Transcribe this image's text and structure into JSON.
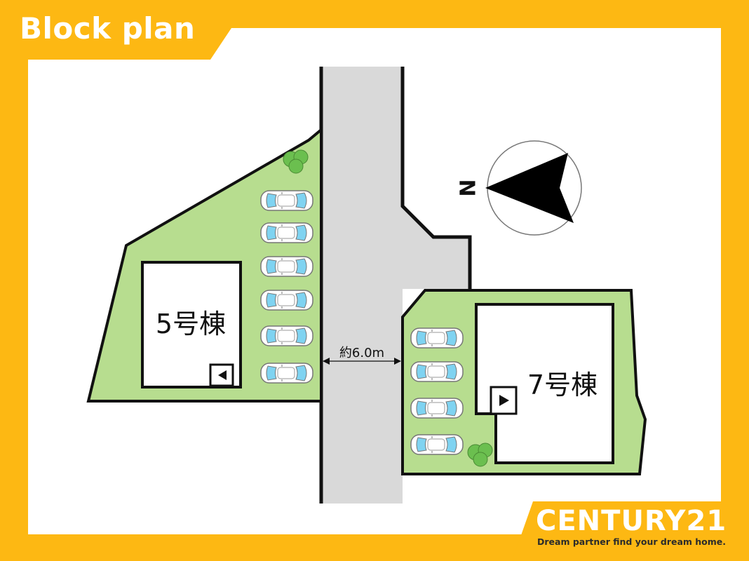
{
  "header": {
    "title": "Block plan"
  },
  "plan": {
    "buildings": [
      {
        "label": "5号棟",
        "entrance_arrow": "left"
      },
      {
        "label": "7号棟",
        "entrance_arrow": "right"
      }
    ],
    "road": {
      "width_label": "約6.0m"
    },
    "compass": {
      "north_label": "N",
      "icon": "compass-north-arrow-icon"
    },
    "parking": {
      "lot_5_spaces": 6,
      "lot_7_spaces": 4
    },
    "colors": {
      "frame": "#FDB813",
      "lot": "#B7DD8F",
      "road": "#D9D9D9",
      "car_window": "#7FD3F1",
      "tree": "#6BBF4F"
    }
  },
  "brand": {
    "name": "CENTURY21",
    "tagline": "Dream partner find your dream home."
  }
}
